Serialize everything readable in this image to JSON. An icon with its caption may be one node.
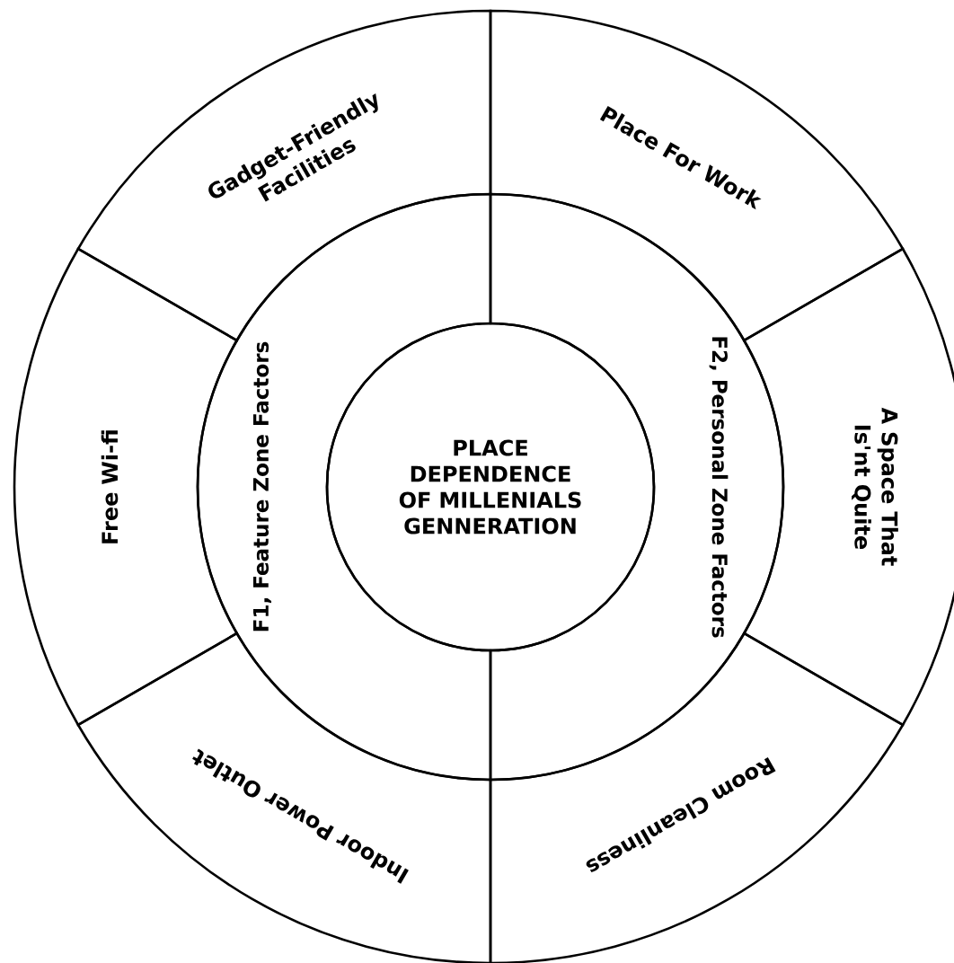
{
  "diagram": {
    "nodes": [
      {
        "text": [
          "PLACE DEPENDENCE OF MILLENIALS GENNERATION"
        ]
      },
      {
        "text": [
          "F1, Feature Zone Factors"
        ]
      },
      {
        "text": [
          "F2, Personal Zone Factors"
        ]
      },
      {
        "text": [
          "Gadget-Friendly Facilities"
        ]
      },
      {
        "text": [
          "Place For Work"
        ]
      },
      {
        "text": [
          "A Space That Is'nt Quite"
        ]
      },
      {
        "text": [
          "Room Cleanliness"
        ]
      },
      {
        "text": [
          "Indoor Power Outlet"
        ]
      },
      {
        "text": [
          "Free Wi-fi"
        ]
      }
    ]
  }
}
